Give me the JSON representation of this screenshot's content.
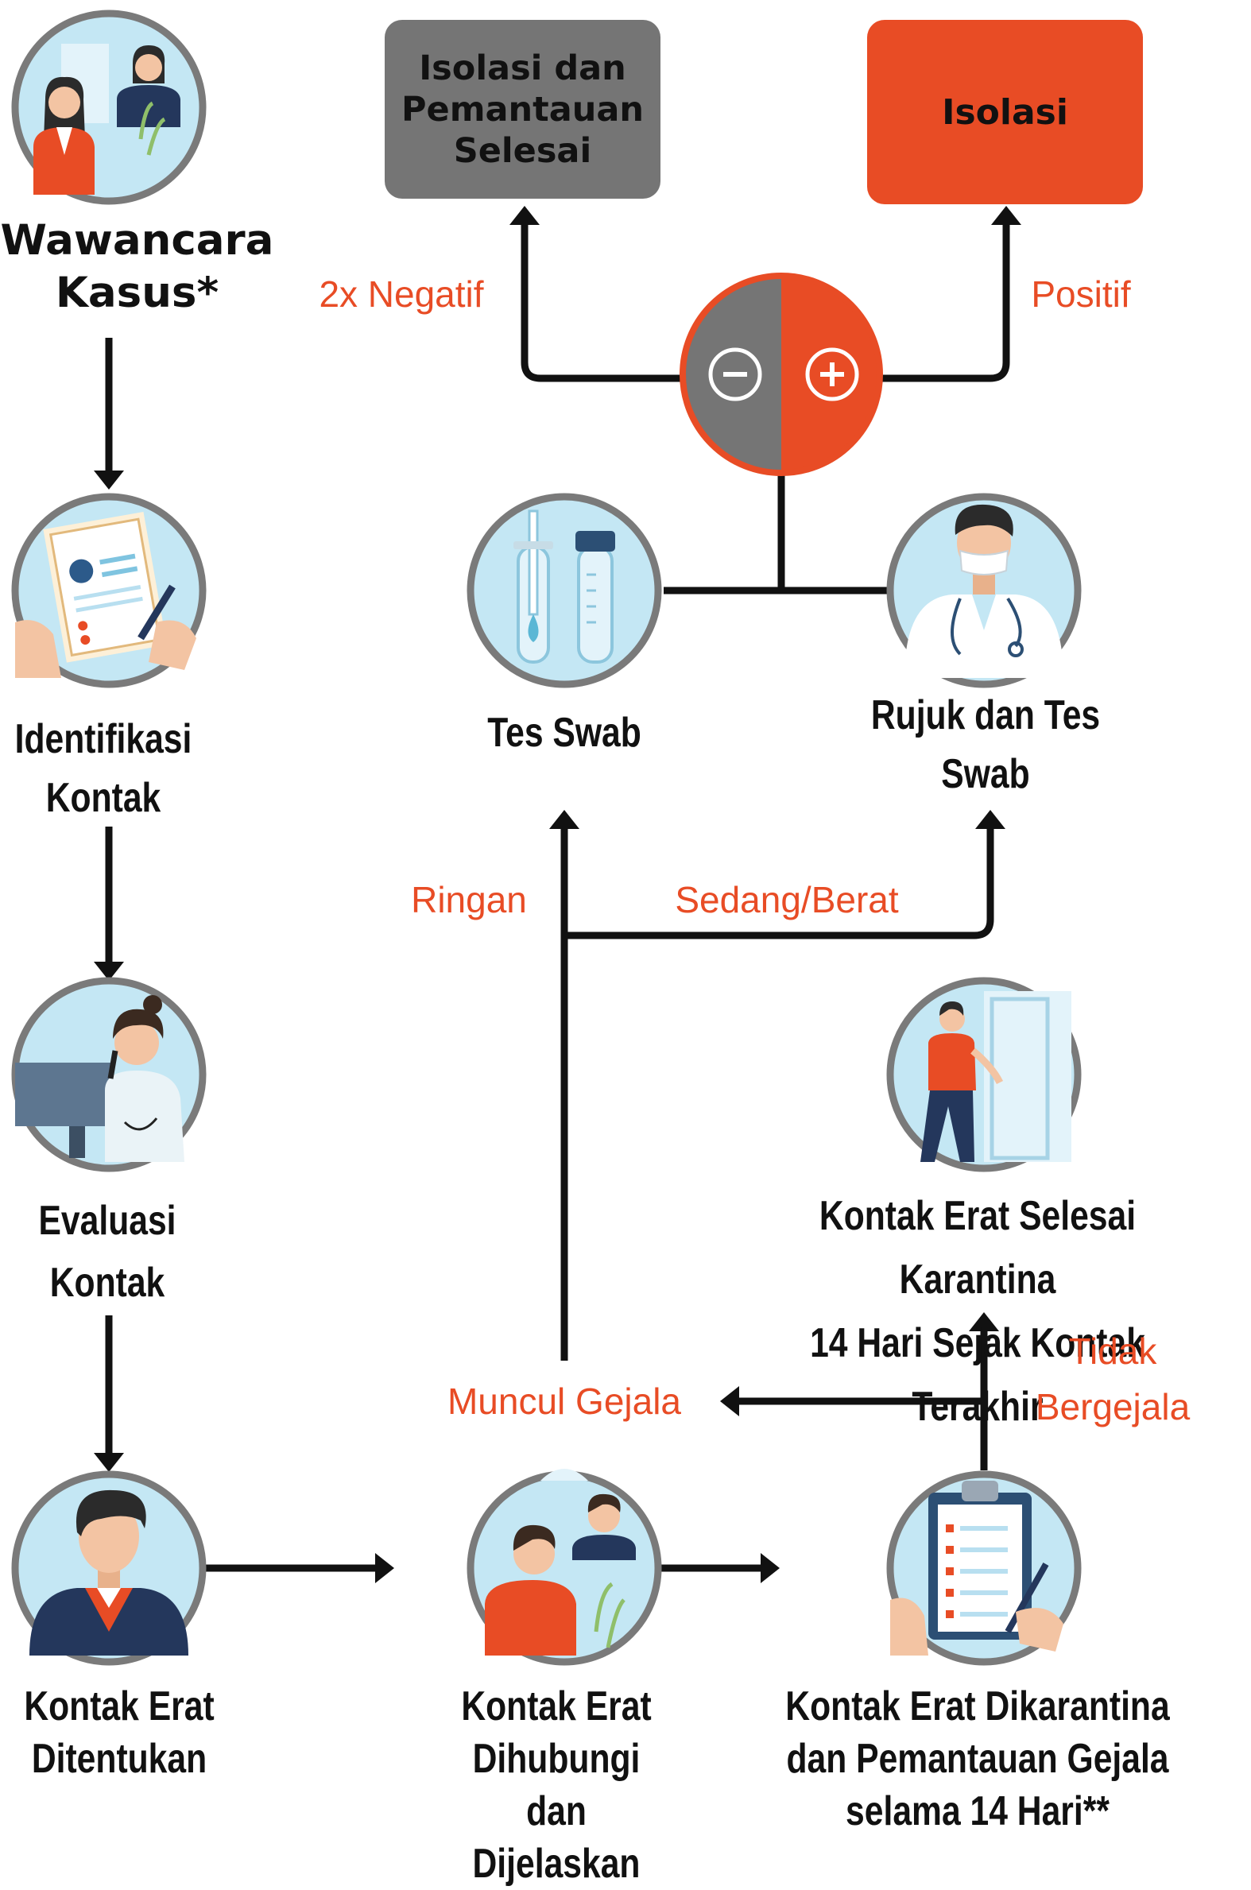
{
  "colors": {
    "red": "#e84c25",
    "gray": "#757575",
    "line": "#111111",
    "ring": "#7a7a7a",
    "bg_light": "#c4e7f4"
  },
  "nodes": {
    "wawancara": {
      "lines": [
        "Wawancara",
        "Kasus*"
      ],
      "icon": "phone-interview-icon"
    },
    "identifikasi": {
      "lines": [
        "Identifikasi",
        "Kontak"
      ],
      "icon": "document-icon"
    },
    "evaluasi": {
      "lines": [
        "Evaluasi",
        "Kontak"
      ],
      "icon": "call-center-icon"
    },
    "kontak_ditentukan": {
      "lines": [
        "Kontak Erat",
        "Ditentukan"
      ],
      "icon": "person-icon"
    },
    "kontak_dihubungi": {
      "lines": [
        "Kontak Erat",
        "Dihubungi dan",
        "Dijelaskan"
      ],
      "icon": "phone-call-icon"
    },
    "karantina": {
      "lines": [
        "Kontak Erat Dikarantina",
        "dan Pemantauan Gejala",
        "selama 14 Hari**"
      ],
      "icon": "clipboard-icon"
    },
    "selesai_karantina": {
      "lines": [
        "Kontak Erat Selesai Karantina",
        "14 Hari Sejak Kontak Terakhir"
      ],
      "icon": "leaving-person-icon"
    },
    "tes_swab": {
      "lines": [
        "Tes Swab"
      ],
      "icon": "test-tube-icon"
    },
    "rujuk": {
      "lines": [
        "Rujuk dan Tes",
        "Swab"
      ],
      "icon": "doctor-icon"
    }
  },
  "boxes": {
    "isolasi_selesai": {
      "lines": [
        "Isolasi dan",
        "Pemantauan",
        "Selesai"
      ]
    },
    "isolasi": {
      "lines": [
        "Isolasi"
      ]
    }
  },
  "edge_labels": {
    "negatif": "2x Negatif",
    "positif": "Positif",
    "ringan": "Ringan",
    "sedang_berat": "Sedang/Berat",
    "muncul_gejala": "Muncul Gejala",
    "tidak_bergejala": [
      "Tidak",
      "Bergejala"
    ]
  },
  "result_symbols": {
    "negative": "−",
    "positive": "+"
  }
}
